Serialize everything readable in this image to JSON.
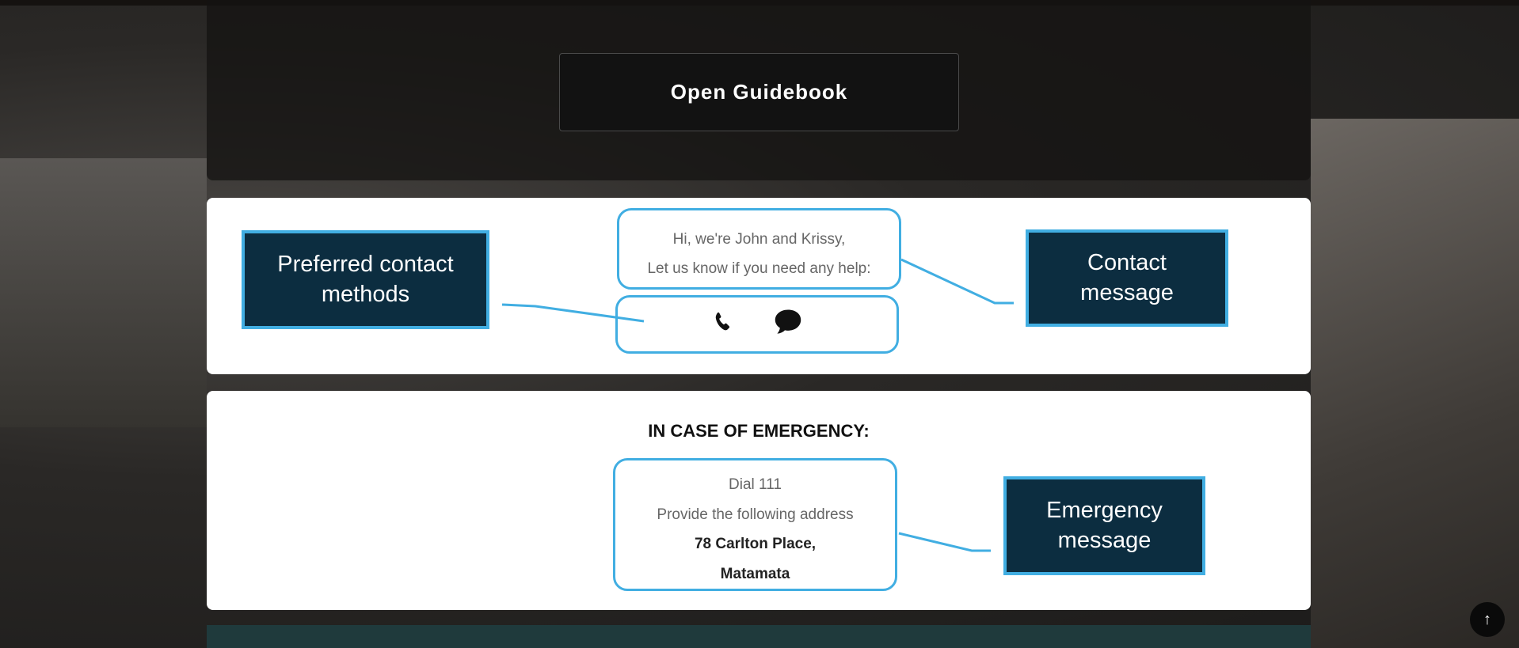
{
  "guidebook_button": "Open Guidebook",
  "contact": {
    "line1": "Hi, we're John and Krissy,",
    "line2": "Let us know if you need any help:",
    "icons": [
      "phone-icon",
      "chat-bubble-icon"
    ]
  },
  "emergency": {
    "heading": "IN CASE OF EMERGENCY:",
    "dial": "Dial 111",
    "provide": "Provide the following address",
    "address1": "78 Carlton Place,",
    "address2": "Matamata"
  },
  "callouts": {
    "preferred": "Preferred contact methods",
    "contact_message": "Contact message",
    "emergency_message": "Emergency message"
  },
  "scroll_top": "↑",
  "colors": {
    "accent": "#41aee2",
    "callout_bg": "#0c2d40"
  }
}
